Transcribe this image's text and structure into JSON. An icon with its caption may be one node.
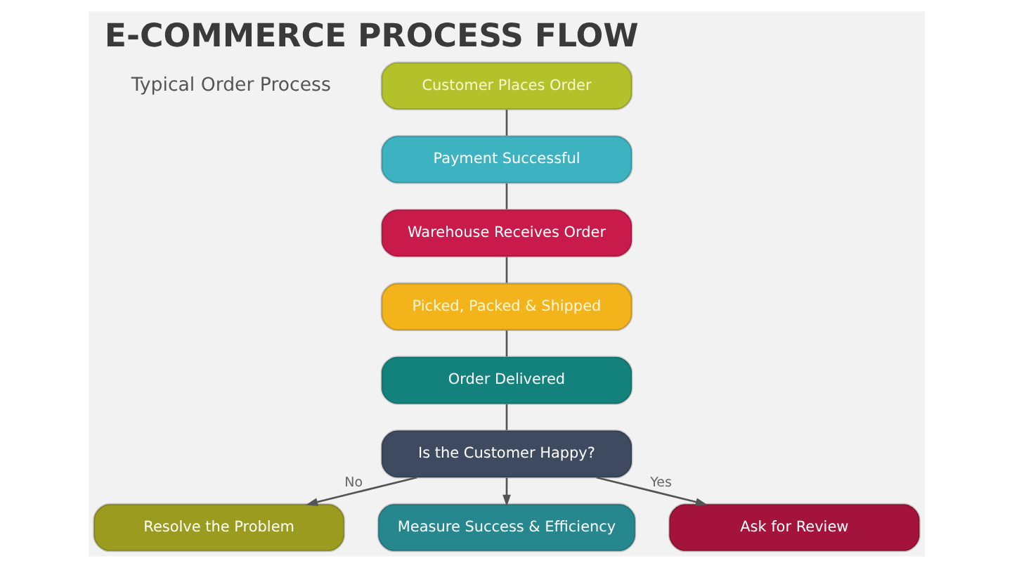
{
  "diagram": {
    "title": "E-COMMERCE PROCESS FLOW",
    "nodes": [
      {
        "text": [
          "Customer Places Order"
        ]
      },
      {
        "text": [
          "Payment Successful"
        ]
      },
      {
        "text": [
          "Warehouse Receives Order"
        ]
      },
      {
        "text": [
          "Picked, Packed & Shipped"
        ]
      },
      {
        "text": [
          "Order Delivered"
        ]
      },
      {
        "text": [
          "Is the Customer Happy?"
        ]
      },
      {
        "text": [
          "Resolve the Problem"
        ]
      },
      {
        "text": [
          "Measure Success & Efficiency"
        ]
      },
      {
        "text": [
          "Ask for Review"
        ]
      }
    ],
    "edges": [
      {
        "from": 0,
        "to": 1,
        "arrow": "none"
      },
      {
        "from": 1,
        "to": 2,
        "arrow": "none"
      },
      {
        "from": 2,
        "to": 3,
        "arrow": "none"
      },
      {
        "from": 3,
        "to": 4,
        "arrow": "none"
      },
      {
        "from": 4,
        "to": 5,
        "arrow": "none"
      },
      {
        "from": 5,
        "to": 6,
        "arrow": "to",
        "label": "No"
      },
      {
        "from": 5,
        "to": 7,
        "arrow": "to"
      },
      {
        "from": 5,
        "to": 8,
        "arrow": "to",
        "label": "Yes"
      }
    ],
    "labels": [
      "Typical Order Process"
    ]
  }
}
